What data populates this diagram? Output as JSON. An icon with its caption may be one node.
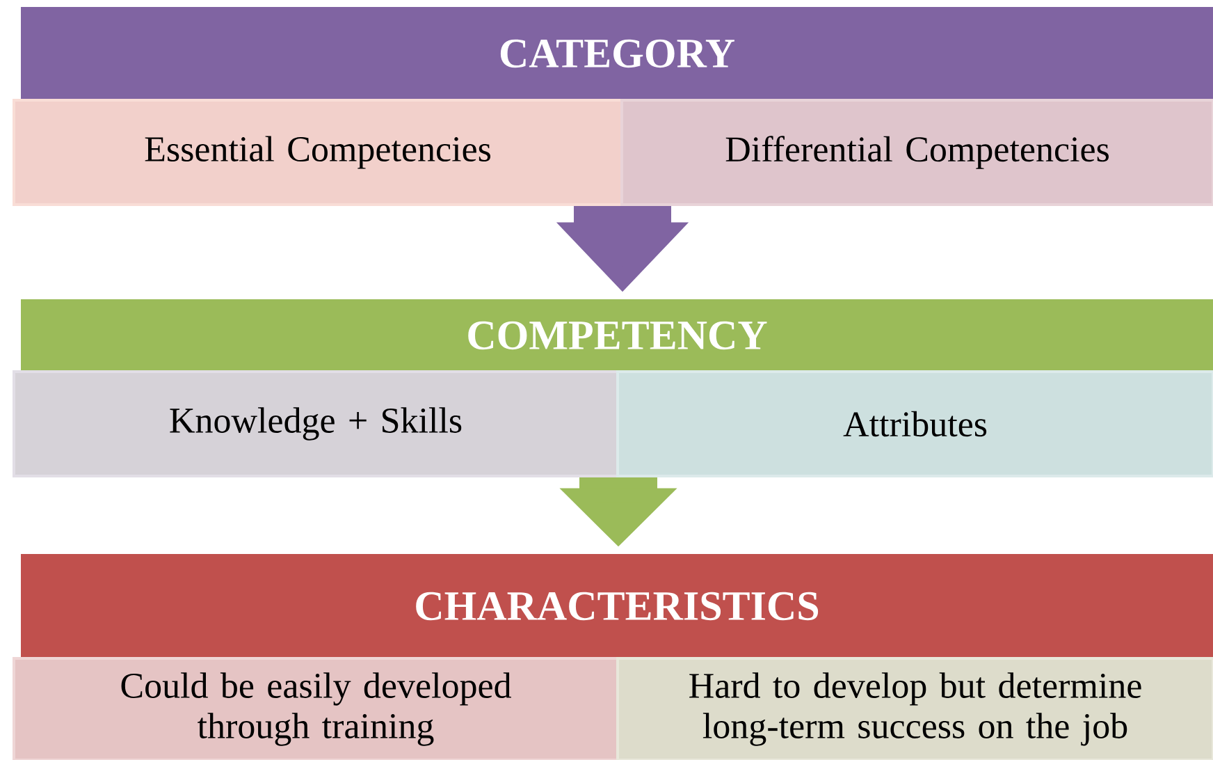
{
  "diagram": {
    "nodes": [
      {
        "text": [
          "CATEGORY"
        ]
      },
      {
        "text": [
          "Essential Competencies"
        ]
      },
      {
        "text": [
          "Differential Competencies"
        ]
      },
      {
        "text": [
          "COMPETENCY"
        ]
      },
      {
        "text": [
          "Knowledge + Skills"
        ]
      },
      {
        "text": [
          "Attributes"
        ]
      },
      {
        "text": [
          "CHARACTERISTICS"
        ]
      },
      {
        "text": [
          "Could be easily developed through training"
        ]
      },
      {
        "text": [
          "Hard to develop but determine long-term success on the job"
        ]
      }
    ],
    "edges": [
      {
        "from": 1,
        "to": 3,
        "arrow": "to",
        "color": "#8064a2"
      },
      {
        "from": 4,
        "to": 6,
        "arrow": "to",
        "color": "#9bbb59"
      }
    ]
  }
}
